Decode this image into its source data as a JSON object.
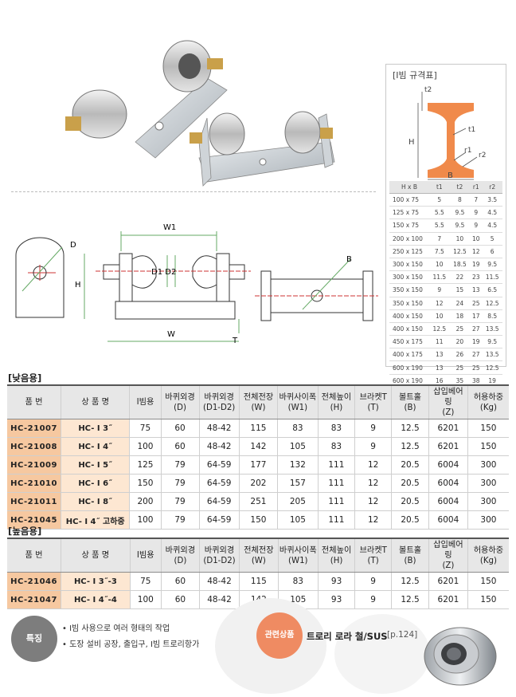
{
  "spec_panel": {
    "title": "[I빔 규격표]",
    "labels": {
      "t2": "t2",
      "t1": "t1",
      "r1": "r1",
      "r2": "r2",
      "h": "H",
      "b": "B"
    },
    "headers": [
      "H x B",
      "t1",
      "t2",
      "r1",
      "r2"
    ],
    "rows": [
      [
        "100 x 75",
        "5",
        "8",
        "7",
        "3.5"
      ],
      [
        "125 x 75",
        "5.5",
        "9.5",
        "9",
        "4.5"
      ],
      [
        "150 x 75",
        "5.5",
        "9.5",
        "9",
        "4.5"
      ],
      [
        "200 x 100",
        "7",
        "10",
        "10",
        "5"
      ],
      [
        "250 x 125",
        "7.5",
        "12.5",
        "12",
        "6"
      ],
      [
        "300 x 150",
        "10",
        "18.5",
        "19",
        "9.5"
      ],
      [
        "300 x 150",
        "11.5",
        "22",
        "23",
        "11.5"
      ],
      [
        "350 x 150",
        "9",
        "15",
        "13",
        "6.5"
      ],
      [
        "350 x 150",
        "12",
        "24",
        "25",
        "12.5"
      ],
      [
        "400 x 150",
        "10",
        "18",
        "17",
        "8.5"
      ],
      [
        "400 x 150",
        "12.5",
        "25",
        "27",
        "13.5"
      ],
      [
        "450 x 175",
        "11",
        "20",
        "19",
        "9.5"
      ],
      [
        "400 x 175",
        "13",
        "26",
        "27",
        "13.5"
      ],
      [
        "600 x 190",
        "13",
        "25",
        "25",
        "12.5"
      ],
      [
        "600 x 190",
        "16",
        "35",
        "38",
        "19"
      ]
    ]
  },
  "drawing": {
    "labels": {
      "d": "D",
      "h": "H",
      "w1": "W1",
      "d1d2": "D1 D2",
      "w": "W",
      "t": "T",
      "b": "B"
    }
  },
  "low_type": {
    "title": "[낮음용]",
    "headers": [
      "품 번",
      "상 품 명",
      "I빔용",
      "바퀴외경\n(D)",
      "바퀴외경\n(D1-D2)",
      "전체전장\n(W)",
      "바퀴사이폭\n(W1)",
      "전체높이\n(H)",
      "브라켓T\n(T)",
      "볼트홀\n(B)",
      "삽입베어링\n(Z)",
      "허용하중\n(Kg)"
    ],
    "rows": [
      [
        "HC-21007",
        "HC- I 3˝",
        "75",
        "60",
        "48-42",
        "115",
        "83",
        "83",
        "9",
        "12.5",
        "6201",
        "150"
      ],
      [
        "HC-21008",
        "HC- I 4˝",
        "100",
        "60",
        "48-42",
        "142",
        "105",
        "83",
        "9",
        "12.5",
        "6201",
        "150"
      ],
      [
        "HC-21009",
        "HC- I 5˝",
        "125",
        "79",
        "64-59",
        "177",
        "132",
        "111",
        "12",
        "20.5",
        "6004",
        "300"
      ],
      [
        "HC-21010",
        "HC- I 6˝",
        "150",
        "79",
        "64-59",
        "202",
        "157",
        "111",
        "12",
        "20.5",
        "6004",
        "300"
      ],
      [
        "HC-21011",
        "HC- I 8˝",
        "200",
        "79",
        "64-59",
        "251",
        "205",
        "111",
        "12",
        "20.5",
        "6004",
        "300"
      ],
      [
        "HC-21045",
        "HC- I 4˝ 고하중",
        "100",
        "79",
        "64-59",
        "150",
        "105",
        "111",
        "12",
        "20.5",
        "6004",
        "300"
      ]
    ]
  },
  "high_type": {
    "title": "[높음용]",
    "headers": [
      "품 번",
      "상 품 명",
      "I빔용",
      "바퀴외경\n(D)",
      "바퀴외경\n(D1-D2)",
      "전체전장\n(W)",
      "바퀴사이폭\n(W1)",
      "전체높이\n(H)",
      "브라켓T\n(T)",
      "볼트홀\n(B)",
      "삽입베어링\n(Z)",
      "허용하중\n(Kg)"
    ],
    "rows": [
      [
        "HC-21046",
        "HC- I 3˝-3",
        "75",
        "60",
        "48-42",
        "115",
        "83",
        "93",
        "9",
        "12.5",
        "6201",
        "150"
      ],
      [
        "HC-21047",
        "HC- I 4˝-4",
        "100",
        "60",
        "48-42",
        "142",
        "105",
        "93",
        "9",
        "12.5",
        "6201",
        "150"
      ]
    ]
  },
  "features": {
    "badge": "특징",
    "items": [
      "• I빔 사용으로 여러 형태의 작업",
      "• 도장 설비 공장, 출입구, I빔 트로리항가"
    ]
  },
  "related": {
    "badge": "관련상품",
    "name": "트로리 로라 철/SUS",
    "page": "[p.124]"
  },
  "colors": {
    "accent": "#ef8b62",
    "code_bg": "#f6c8a0",
    "name_bg": "#fde7d2",
    "ibeam": "#f08a4b"
  }
}
